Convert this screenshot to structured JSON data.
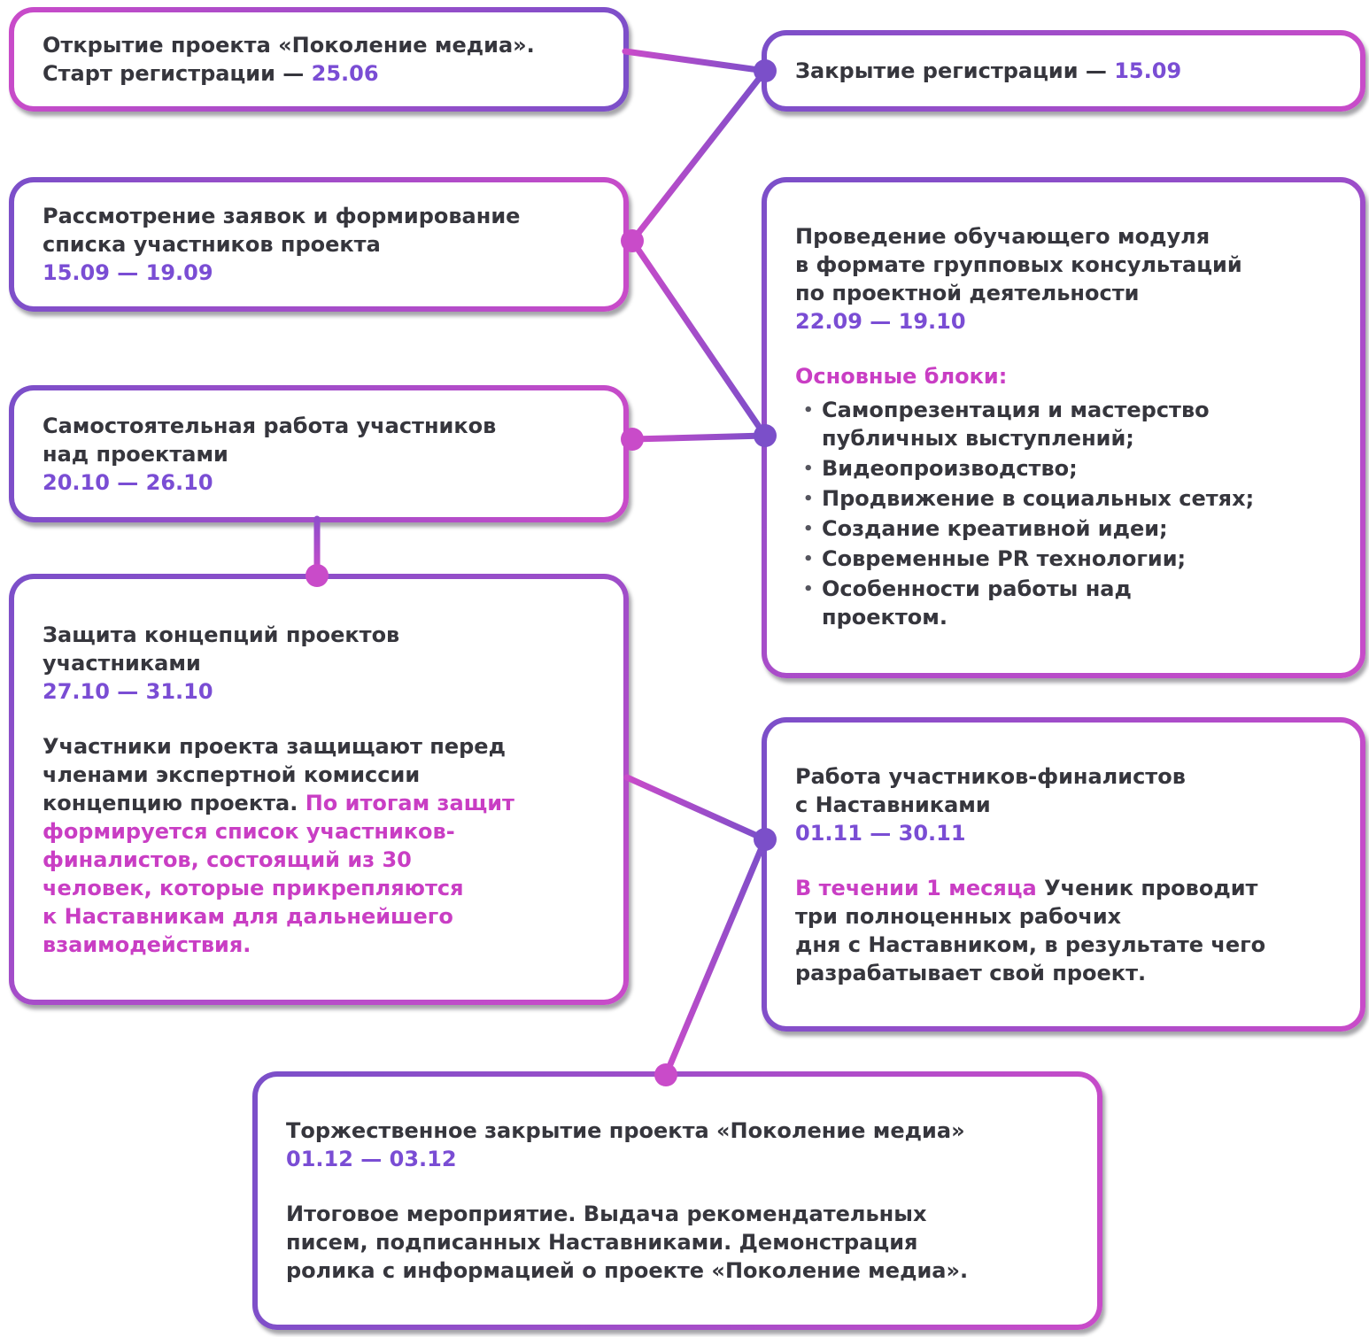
{
  "colors": {
    "gradient_purple": "#7B4FC9",
    "gradient_magenta": "#C94BC9",
    "date_text": "#7A4DD4",
    "accent_text": "#C93EC4",
    "body_text": "#36363D"
  },
  "stages": {
    "opening": {
      "text": "Открытие проекта «Поколение медиа».\nСтарт регистрации — ",
      "date": "25.06"
    },
    "registration_close": {
      "text": "Закрытие регистрации — ",
      "date": "15.09"
    },
    "applications": {
      "title": "Рассмотрение заявок и формирование\nсписка участников проекта",
      "date": "15.09 — 19.09"
    },
    "module": {
      "title": "Проведение обучающего модуля\nв формате групповых консультаций\nпо проектной деятельности",
      "date": "22.09 — 19.10",
      "blocks_heading": "Основные блоки:",
      "bullets": [
        "Самопрезентация и мастерство\nпубличных выступлений;",
        "Видеопроизводство;",
        "Продвижение в социальных сетях;",
        "Создание креативной идеи;",
        "Современные PR технологии;",
        "Особенности работы над\nпроектом."
      ]
    },
    "independent_work": {
      "title": "Самостоятельная работа участников\nнад проектами",
      "date": "20.10 — 26.10"
    },
    "defense": {
      "title": "Защита концепций проектов\nучастниками",
      "date": "27.10 — 31.10",
      "description_plain": "Участники проекта защищают перед\nчленами экспертной комиссии\nконцепцию проекта. ",
      "description_accent": "По итогам защит\nформируется список участников-\nфиналистов, состоящий из 30\nчеловек, которые прикрепляются\nк Наставникам для дальнейшего\nвзаимодействия."
    },
    "mentors": {
      "title": "Работа участников-финалистов\nс Наставниками",
      "date": "01.11 — 30.11",
      "description_accent": "В течении 1 месяца ",
      "description_plain": "Ученик проводит\nтри полноценных рабочих\nдня с Наставником, в результате чего\nразрабатывает свой проект."
    },
    "closing": {
      "title": "Торжественное закрытие проекта «Поколение медиа»",
      "date": "01.12 — 03.12",
      "description": "Итоговое мероприятие. Выдача рекомендательных\nписем, подписанных Наставниками. Демонстрация\nролика с информацией о проекте «Поколение медиа»."
    }
  }
}
